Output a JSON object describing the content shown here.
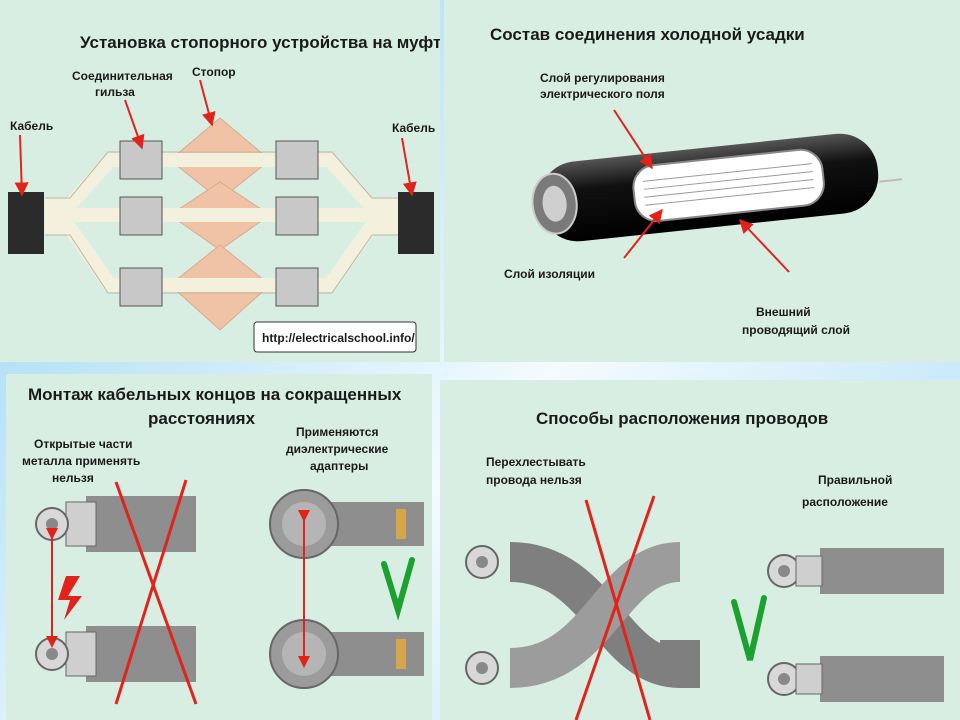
{
  "panel1": {
    "title": "Установка стопорного устройства на муфтах",
    "label_sleeve_1": "Соединительная",
    "label_sleeve_2": "гильза",
    "label_stopper": "Стопор",
    "label_cable_left": "Кабель",
    "label_cable_right": "Кабель",
    "url": "http://electricalschool.info/"
  },
  "panel2": {
    "title": "Состав соединения холодной усадки",
    "label_field_1": "Слой регулирования",
    "label_field_2": "электрического поля",
    "label_insulation": "Слой изоляции",
    "label_outer_1": "Внешний",
    "label_outer_2": "проводящий слой"
  },
  "panel3": {
    "title_1": "Монтаж кабельных концов на сокращенных",
    "title_2": "расстояниях",
    "label_left_1": "Открытые части",
    "label_left_2": "металла применять",
    "label_left_3": "нельзя",
    "label_right_1": "Применяются",
    "label_right_2": "диэлектрические",
    "label_right_3": "адаптеры"
  },
  "panel4": {
    "title": "Способы расположения проводов",
    "label_left_1": "Перехлестывать",
    "label_left_2": "провода нельзя",
    "label_right_1": "Правильной",
    "label_right_2": "расположение"
  },
  "colors": {
    "panel_bg": "#d9eee3",
    "arrow_red": "#e2231a",
    "check_green": "#1aa12e",
    "cable_gray": "#8e8e8e",
    "stopper_peach": "#f0c3a6"
  }
}
